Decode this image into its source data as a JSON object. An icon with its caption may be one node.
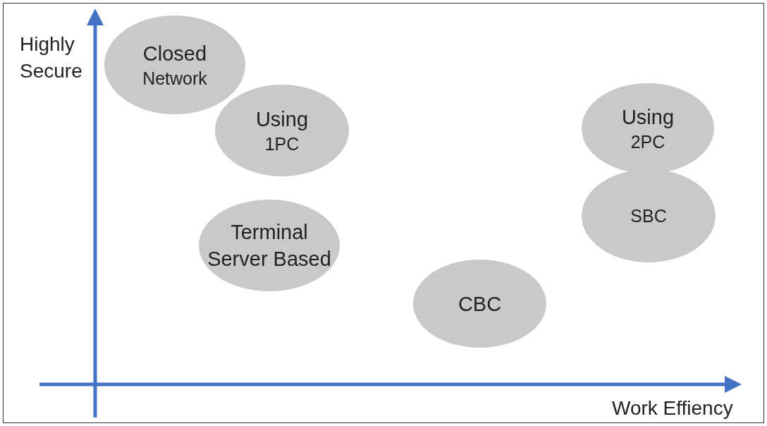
{
  "diagram": {
    "nodes": [
      {
        "text": [
          "Closed",
          "Network"
        ]
      },
      {
        "text": [
          "Using",
          "1PC"
        ]
      },
      {
        "text": [
          "Terminal Server Based"
        ]
      },
      {
        "text": [
          "Using",
          "2PC"
        ]
      },
      {
        "text": [
          "SBC"
        ]
      },
      {
        "text": [
          "CBC"
        ]
      }
    ],
    "edges": [],
    "labels": [
      "Highly Secure",
      "Work Effiency"
    ]
  }
}
